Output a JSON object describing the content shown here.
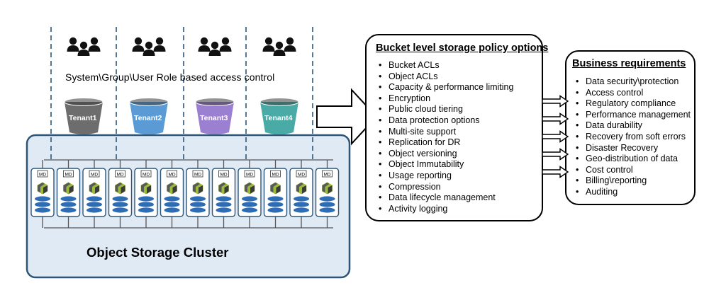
{
  "access_control_label": "System\\Group\\User Role based access control",
  "tenants": [
    {
      "label": "Tenant1",
      "color": "#6d6d6d"
    },
    {
      "label": "Tenant2",
      "color": "#5b9bd5"
    },
    {
      "label": "Tenant3",
      "color": "#9b7fd0"
    },
    {
      "label": "Tenant4",
      "color": "#4aaaa5"
    }
  ],
  "node_badge": "MD",
  "node_count": 12,
  "cluster_label": "Object Storage Cluster",
  "policy": {
    "title": "Bucket level storage policy options",
    "items": [
      "Bucket ACLs",
      "Object ACLs",
      "Capacity & performance limiting",
      "Encryption",
      "Public cloud tiering",
      "Data protection options",
      "Multi-site support",
      "Replication for DR",
      "Object versioning",
      "Object Immutability",
      "Usage reporting",
      "Compression",
      "Data lifecycle management",
      "Activity logging"
    ]
  },
  "requirements": {
    "title": "Business requirements",
    "items": [
      "Data security\\protection",
      "Access control",
      "Regulatory compliance",
      "Performance management",
      "Data durability",
      "Recovery from soft errors",
      "Disaster Recovery",
      "Geo-distribution of data",
      "Cost control",
      "Billing\\reporting",
      "Auditing"
    ]
  },
  "colors": {
    "cluster_fill": "#dfeaf5",
    "cluster_border": "#2f5576",
    "accent_blue": "#2e6db4",
    "hex_green": "#9bbb3a",
    "dark_gray": "#595959"
  }
}
